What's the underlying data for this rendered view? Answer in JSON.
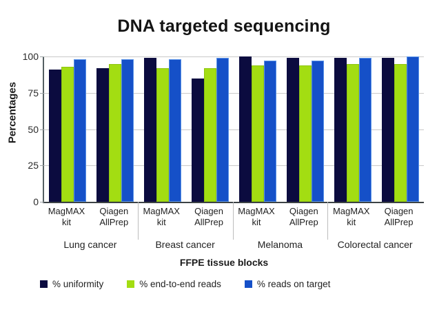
{
  "chart_data": {
    "type": "bar",
    "title": "DNA targeted sequencing",
    "xlabel": "FFPE tissue blocks",
    "ylabel": "Percentages",
    "ylim": [
      0,
      100
    ],
    "yticks": [
      0,
      25,
      50,
      75,
      100
    ],
    "ytick_labels": [
      "0",
      "25",
      "50",
      "75",
      "100"
    ],
    "grid": true,
    "legend_position": "bottom-left",
    "categories": [
      "Lung cancer – MagMAX kit",
      "Lung cancer – Qiagen AllPrep",
      "Breast cancer – MagMAX kit",
      "Breast cancer – Qiagen AllPrep",
      "Melanoma – MagMAX kit",
      "Melanoma – Qiagen AllPrep",
      "Colorectal cancer – MagMAX kit",
      "Colorectal cancer – Qiagen AllPrep"
    ],
    "groups": [
      {
        "type": "Lung cancer",
        "kits": [
          {
            "kit_line1": "MagMAX",
            "kit_line2": "kit",
            "values": [
              91,
              93,
              98
            ]
          },
          {
            "kit_line1": "Qiagen",
            "kit_line2": "AllPrep",
            "values": [
              92,
              95,
              98
            ]
          }
        ]
      },
      {
        "type": "Breast cancer",
        "kits": [
          {
            "kit_line1": "MagMAX",
            "kit_line2": "kit",
            "values": [
              99,
              92,
              98
            ]
          },
          {
            "kit_line1": "Qiagen",
            "kit_line2": "AllPrep",
            "values": [
              85,
              92,
              99
            ]
          }
        ]
      },
      {
        "type": "Melanoma",
        "kits": [
          {
            "kit_line1": "MagMAX",
            "kit_line2": "kit",
            "values": [
              100,
              94,
              97
            ]
          },
          {
            "kit_line1": "Qiagen",
            "kit_line2": "AllPrep",
            "values": [
              99,
              94,
              97
            ]
          }
        ]
      },
      {
        "type": "Colorectal cancer",
        "kits": [
          {
            "kit_line1": "MagMAX",
            "kit_line2": "kit",
            "values": [
              99,
              95,
              99
            ]
          },
          {
            "kit_line1": "Qiagen",
            "kit_line2": "AllPrep",
            "values": [
              99,
              95,
              100
            ]
          }
        ]
      }
    ],
    "series": [
      {
        "name": "% uniformity",
        "color": "#0b0b3f",
        "values": [
          91,
          92,
          99,
          85,
          100,
          99,
          99,
          99
        ]
      },
      {
        "name": "% end-to-end reads",
        "color": "#a3dd12",
        "values": [
          93,
          95,
          92,
          92,
          94,
          94,
          95,
          95
        ]
      },
      {
        "name": "% reads on target",
        "color": "#1550c8",
        "values": [
          98,
          98,
          98,
          99,
          97,
          97,
          99,
          100
        ]
      }
    ],
    "legend": [
      {
        "label": "% uniformity",
        "color": "#0b0b3f"
      },
      {
        "label": "% end-to-end reads",
        "color": "#a3dd12"
      },
      {
        "label": "% reads on target",
        "color": "#1550c8"
      }
    ]
  },
  "colors": {
    "background": "#ffffff",
    "title": "#141414",
    "axis": "#3c4245",
    "grid": "#c9c9c9",
    "navy": "#0b0b3f",
    "green": "#a3dd12",
    "blue": "#1550c8"
  }
}
